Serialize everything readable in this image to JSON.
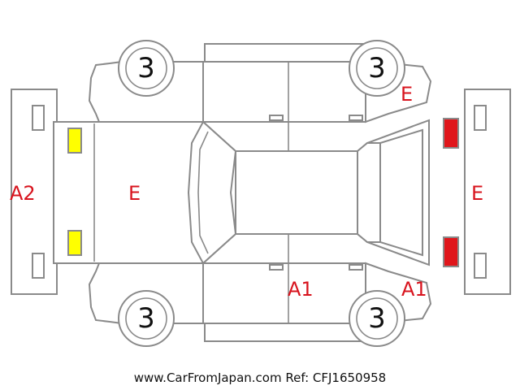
{
  "colors": {
    "outline": "#8a8a8a",
    "damage_label": "#d8141e",
    "yellow_lamp": "#ffff00",
    "red_lamp": "#e0161b",
    "wheel_text": "#111111"
  },
  "wheels": {
    "front_left": "3",
    "front_right": "3",
    "rear_left": "3",
    "rear_right": "3"
  },
  "damage_labels": {
    "front_bumper": "A2",
    "hood": "E",
    "rear_right_fender": "E",
    "rear_bumper": "E",
    "rear_door_left": "A1",
    "rear_fender_left": "A1"
  },
  "footer": {
    "text": "www.CarFromJapan.com Ref: CFJ1650958"
  }
}
